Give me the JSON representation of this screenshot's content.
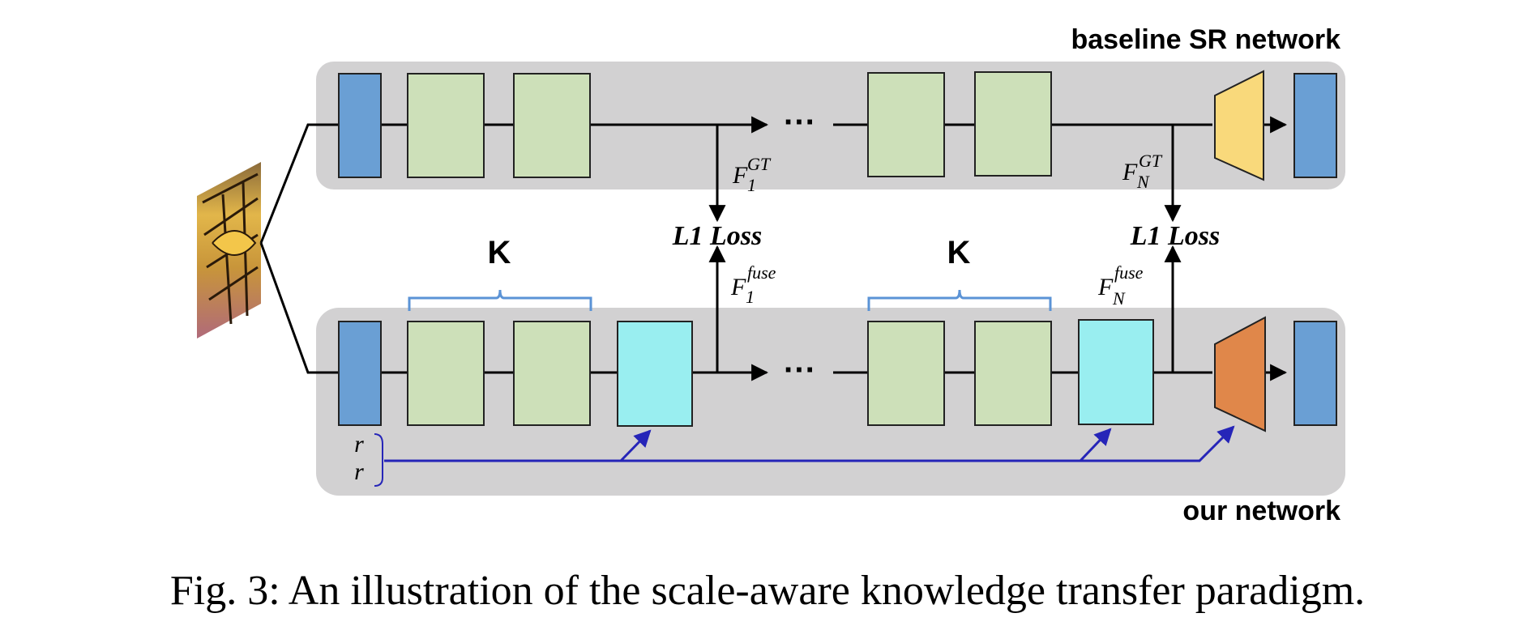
{
  "baseline": {
    "title": "baseline SR network"
  },
  "ours": {
    "title": "our network"
  },
  "brace_label": "K",
  "loss_label": "L1 Loss",
  "dots": "···",
  "features": {
    "f1_gt": {
      "base": "F",
      "sub": "1",
      "sup": "GT"
    },
    "fn_gt": {
      "base": "F",
      "sub": "N",
      "sup": "GT"
    },
    "f1_fuse": {
      "base": "F",
      "sub": "1",
      "sup": "fuse"
    },
    "fn_fuse": {
      "base": "F",
      "sub": "N",
      "sup": "fuse"
    }
  },
  "scale_inputs": [
    "r",
    "r"
  ],
  "caption": "Fig. 3: An illustration of the scale-aware knowledge transfer paradigm.",
  "colors": {
    "panel": "#d2d1d2",
    "head_tail_block": "#6a9fd4",
    "res_block": "#cde0b9",
    "fuse_block": "#99eef0",
    "upsampler_baseline": "#f9d97b",
    "upsampler_ours": "#e0874a",
    "brace": "#5b93d6",
    "scale_arrow": "#2625b8"
  }
}
